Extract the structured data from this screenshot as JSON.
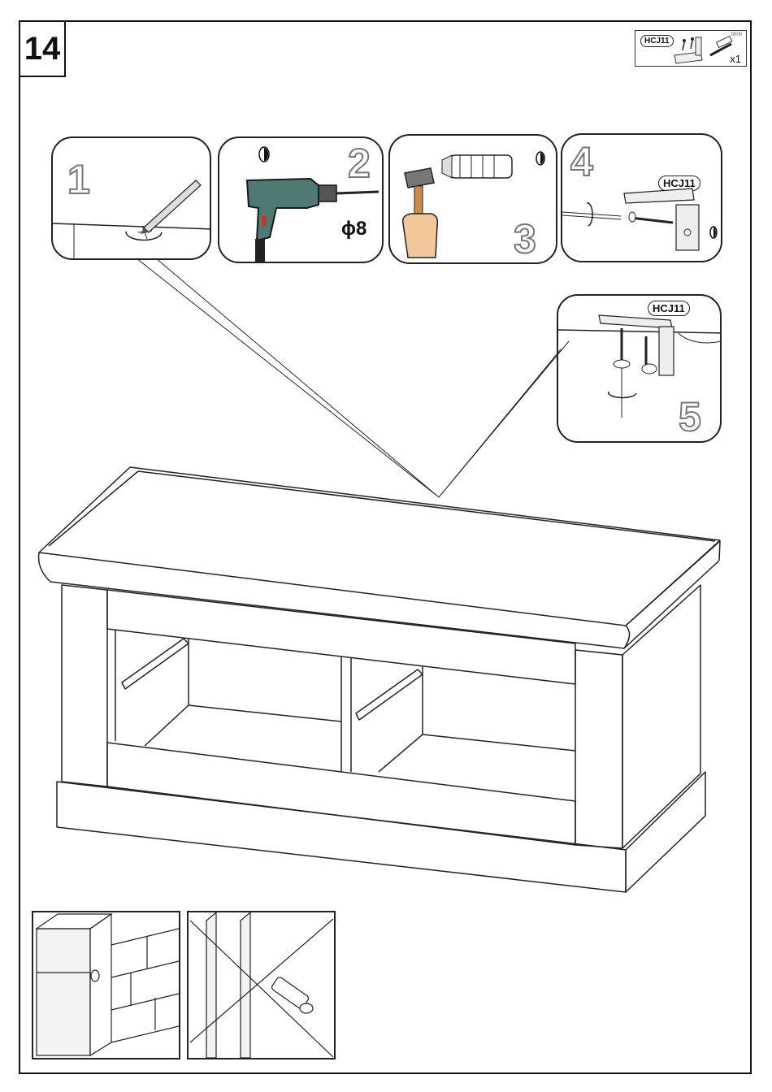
{
  "step": {
    "number": "14"
  },
  "parts": {
    "code": "HCJ11",
    "qty": "x1",
    "tiny": "0000"
  },
  "panels": [
    {
      "number": "1"
    },
    {
      "number": "2",
      "drill_size": "ϕ8"
    },
    {
      "number": "3"
    },
    {
      "number": "4",
      "code": "HCJ11"
    },
    {
      "number": "5",
      "code": "HCJ11"
    }
  ]
}
